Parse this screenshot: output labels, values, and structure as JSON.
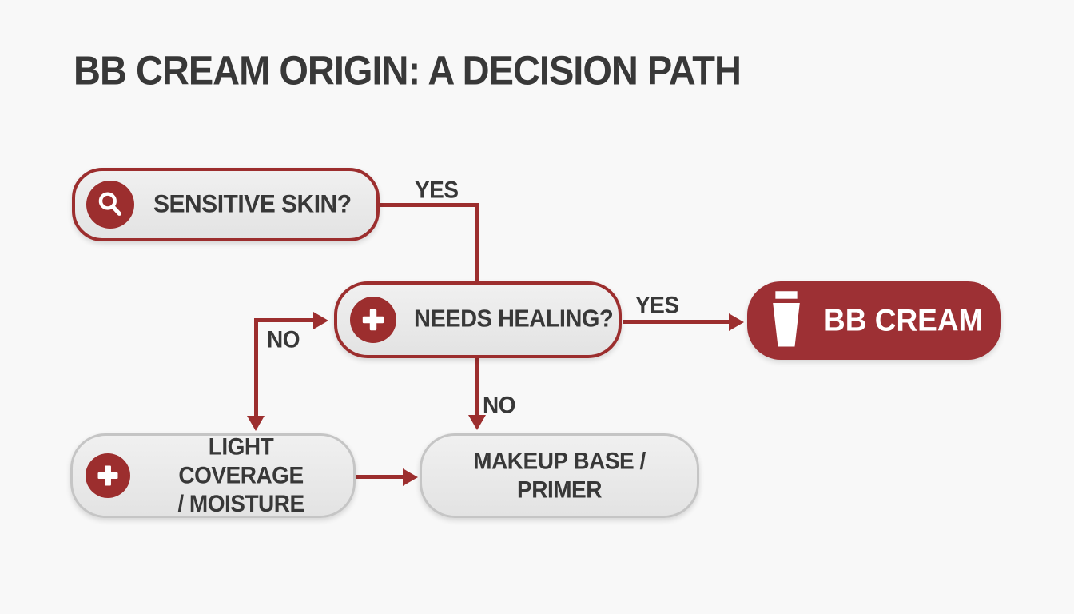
{
  "title": "BB CREAM ORIGIN: A DECISION PATH",
  "nodes": {
    "sensitive_skin": {
      "label": "SENSITIVE SKIN?",
      "icon": "magnifier"
    },
    "needs_healing": {
      "label": "NEEDS HEALING?",
      "icon": "medical-cross"
    },
    "bb_cream": {
      "label": "BB CREAM",
      "icon": "cream-tube"
    },
    "light_coverage": {
      "line1": "LIGHT COVERAGE",
      "line2": "/ MOISTURE",
      "icon": "medical-cross"
    },
    "makeup_base": {
      "line1": "MAKEUP BASE /",
      "line2": "PRIMER"
    }
  },
  "edges": {
    "sensitive_yes": {
      "label": "YES"
    },
    "healing_yes": {
      "label": "YES"
    },
    "healing_no_down": {
      "label": "NO"
    },
    "no_left_branch": {
      "label": "NO"
    }
  },
  "colors": {
    "accent_red": "#9c2e2e",
    "bb_cream_fill": "#9d3034",
    "node_fill": "#e9e9e9",
    "node_border_gray": "#c5c5c5",
    "text_dark": "#383838",
    "background": "#f8f8f8"
  }
}
